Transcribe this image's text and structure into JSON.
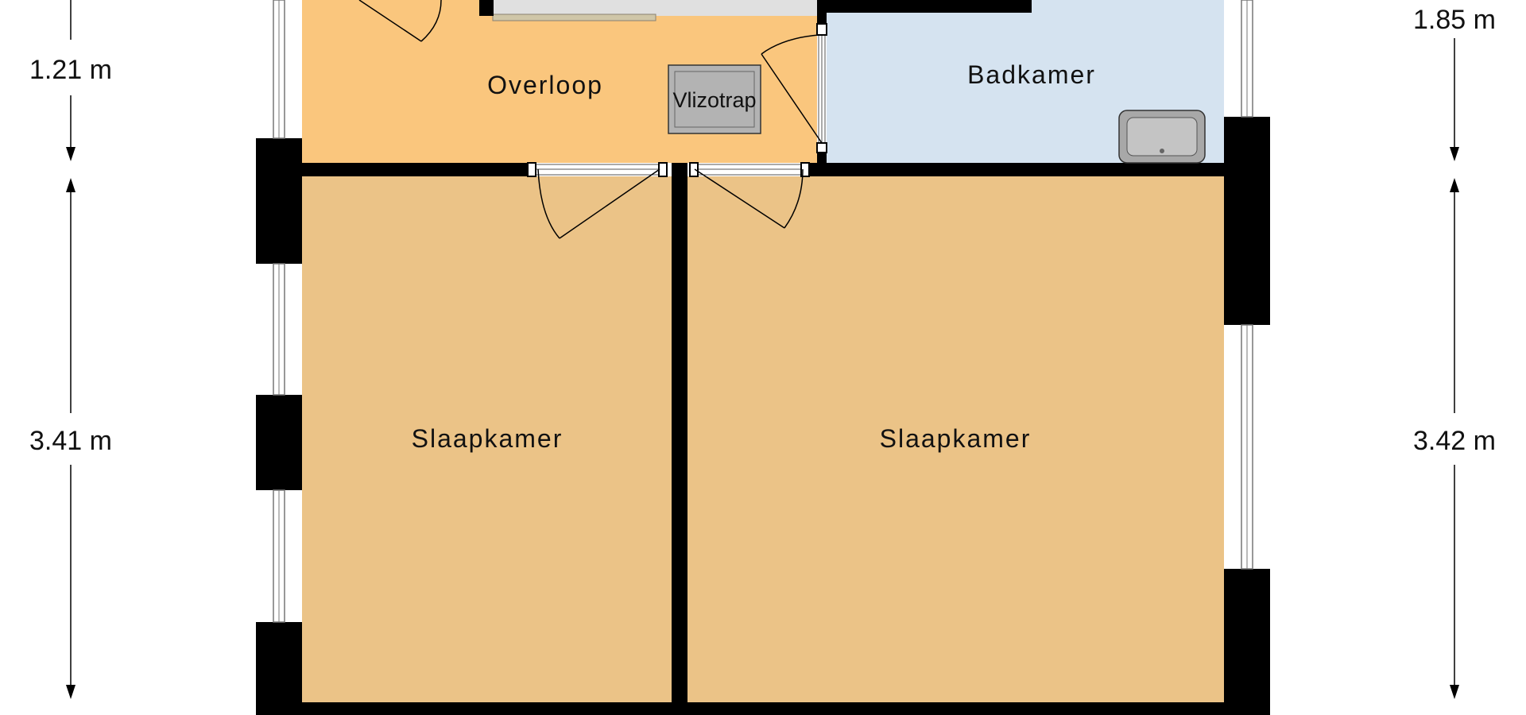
{
  "rooms": {
    "overloop": "Overloop",
    "vlizotrap": "Vlizotrap",
    "badkamer": "Badkamer",
    "slaapkamer_left": "Slaapkamer",
    "slaapkamer_right": "Slaapkamer"
  },
  "dimensions": {
    "left_top": "1.21 m",
    "left_bottom": "3.41 m",
    "right_top": "1.85 m",
    "right_bottom": "3.42 m"
  },
  "colors": {
    "overloop": "#fac67d",
    "slaapkamer": "#ebc387",
    "badkamer": "#d5e3f0",
    "wall": "#000000",
    "vlizotrap": "#b3b3b3"
  }
}
